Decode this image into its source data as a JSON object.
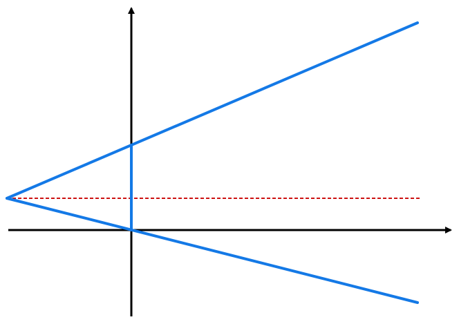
{
  "colors": {
    "background": "#ffffff",
    "axis": "#000000",
    "ray": "#1479e6",
    "segment": "#1479e6",
    "reference": "#cc1111"
  },
  "elements": {
    "x_axis": {
      "arrowhead": true
    },
    "y_axis": {
      "arrowhead": true
    },
    "upper_ray": {
      "style": "solid"
    },
    "lower_ray": {
      "style": "solid"
    },
    "vertical_segment": {
      "style": "solid"
    },
    "reference_line": {
      "style": "dashed"
    }
  }
}
